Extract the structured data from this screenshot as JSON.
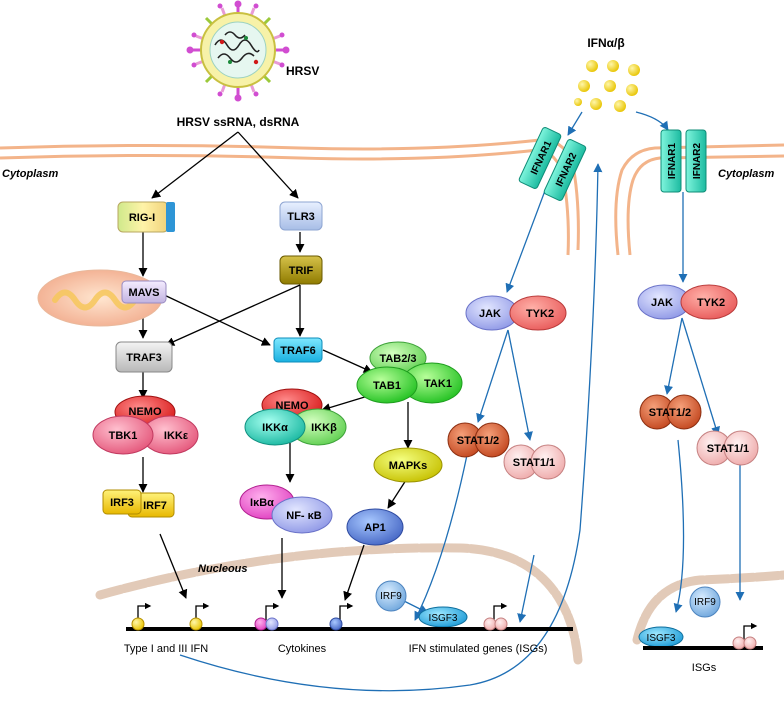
{
  "labels": {
    "virus": "HRSV",
    "virus_rna": "HRSV ssRNA, dsRNA",
    "ifn_ab": "IFNα/β",
    "cytoplasm_left": "Cytoplasm",
    "cytoplasm_right": "Cytoplasm",
    "nucleus": "Nucleous"
  },
  "nodes": {
    "rigi": "RIG-I",
    "tlr3": "TLR3",
    "trif": "TRIF",
    "mavs": "MAVS",
    "traf3": "TRAF3",
    "traf6": "TRAF6",
    "tab23": "TAB2/3",
    "tab1": "TAB1",
    "tak1": "TAK1",
    "nemo_a": "NEMO",
    "tbk1": "TBK1",
    "ikke": "IKKε",
    "nemo_b": "NEMO",
    "ikka": "IKKα",
    "ikkb": "IKKβ",
    "mapks": "MAPKs",
    "ap1": "AP1",
    "irf3": "IRF3",
    "irf7": "IRF7",
    "ikba": "IκBα",
    "nfkb": "NF- κB",
    "ifnar1_a": "IFNAR1",
    "ifnar2_a": "IFNAR2",
    "ifnar1_b": "IFNAR1",
    "ifnar2_b": "IFNAR2",
    "jak_a": "JAK",
    "tyk2_a": "TYK2",
    "jak_b": "JAK",
    "tyk2_b": "TYK2",
    "stat12_a": "STAT1/2",
    "stat11_a": "STAT1/1",
    "stat12_b": "STAT1/2",
    "stat11_b": "STAT1/1",
    "irf9_a": "IRF9",
    "isgf3_a": "ISGF3",
    "irf9_b": "IRF9",
    "isgf3_b": "ISGF3"
  },
  "gene_labels": {
    "type_ifn": "Type I and III IFN",
    "cytokines": "Cytokines",
    "isgs_main": "IFN stimulated genes (ISGs)",
    "isgs_right": "ISGs"
  }
}
